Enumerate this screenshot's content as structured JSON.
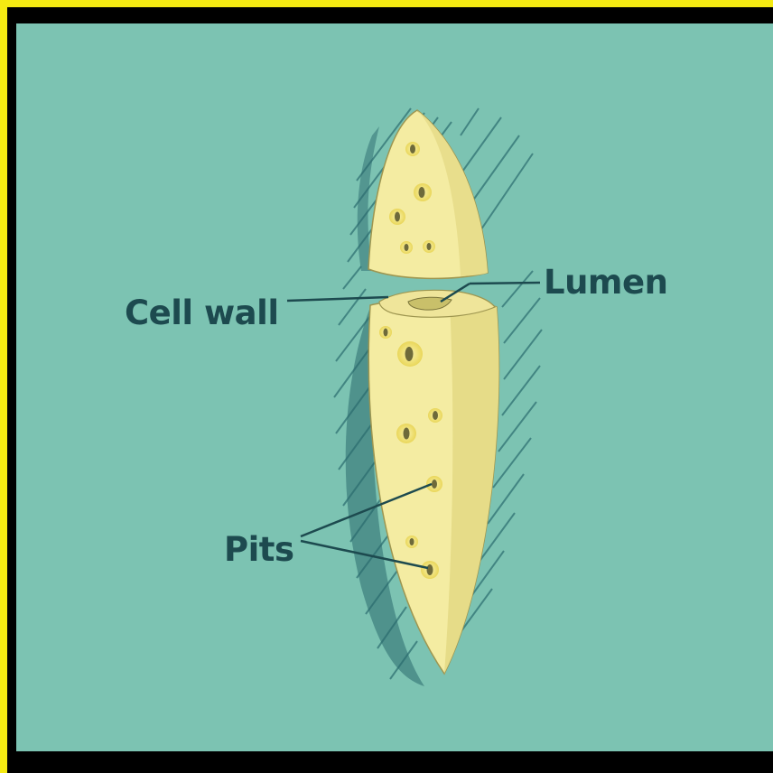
{
  "labels": {
    "cell_wall": "Cell wall",
    "lumen": "Lumen",
    "pits": "Pits"
  },
  "colors": {
    "frame": "#f5ea12",
    "background": "#7cc3b2",
    "cell": "#f4eca2",
    "cell_shade": "#e3d98a",
    "ink": "#1d4a4f",
    "hatch": "#3a7f7f"
  }
}
